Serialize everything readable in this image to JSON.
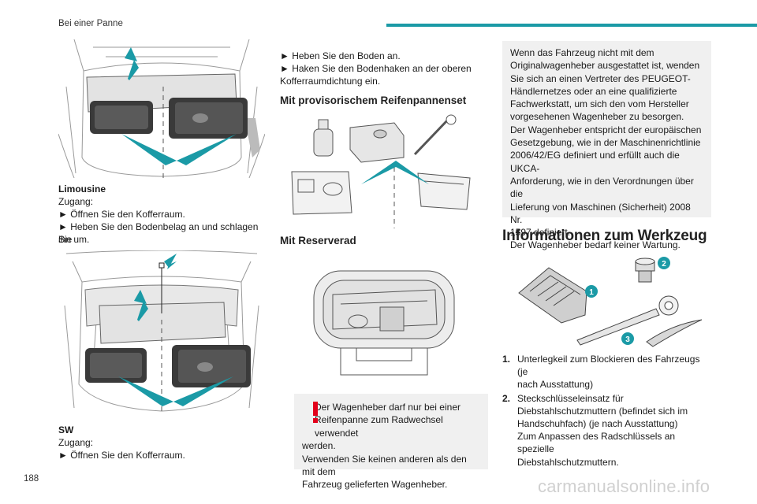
{
  "header": {
    "section_title": "Bei einer Panne"
  },
  "footer": {
    "page_number": "188",
    "watermark": "carmanualsonline.info"
  },
  "left": {
    "limousine": {
      "title": "Limousine",
      "access": "Zugang:",
      "steps": [
        "► Öffnen Sie den Kofferraum.",
        "► Heben Sie den Bodenbelag an und schlagen Sie",
        "ihn um."
      ]
    },
    "sw": {
      "title": "SW",
      "access": "Zugang:",
      "steps": [
        "► Öffnen Sie den Kofferraum."
      ]
    }
  },
  "middle": {
    "steps": [
      "► Heben Sie den Boden an.",
      "► Haken Sie den Bodenhaken an der oberen",
      "Kofferraumdichtung ein."
    ],
    "heading_repair_kit": "Mit provisorischem Reifenpannenset",
    "heading_spare_wheel": "Mit Reserverad",
    "warning": {
      "lines": [
        "Der Wagenheber darf nur bei einer",
        "Reifenpanne zum Radwechsel verwendet",
        "werden.",
        "Verwenden Sie keinen anderen als den mit dem",
        "Fahrzeug gelieferten Wagenheber."
      ]
    }
  },
  "right": {
    "info_lines": [
      "Wenn das Fahrzeug nicht mit dem",
      "Originalwagenheber ausgestattet ist, wenden",
      "Sie sich an einen Vertreter des PEUGEOT-",
      "Händlernetzes oder an eine qualifizierte",
      "Fachwerkstatt, um sich den vom Hersteller",
      "vorgesehenen Wagenheber zu besorgen.",
      "Der Wagenheber entspricht der europäischen",
      "Gesetzgebung, wie in der Maschinenrichtlinie",
      "2006/42/EG definiert und erfüllt auch die UKCA-",
      "Anforderung, wie in den Verordnungen über die",
      "Lieferung von Maschinen (Sicherheit) 2008 Nr.",
      "1597 definiert.",
      "Der Wagenheber bedarf keiner Wartung."
    ],
    "tools_heading": "Informationen zum Werkzeug",
    "callouts": [
      "1",
      "2",
      "3"
    ],
    "list": [
      {
        "num": "1.",
        "lines": [
          "Unterlegkeil zum Blockieren des Fahrzeugs (je",
          "nach Ausstattung)"
        ]
      },
      {
        "num": "2.",
        "lines": [
          "Steckschlüsseleinsatz für",
          "Diebstahlschutzmuttern (befindet sich im",
          "Handschuhfach) (je nach Ausstattung)",
          "Zum Anpassen des Radschlüssels an spezielle",
          "Diebstahlschutzmuttern."
        ]
      }
    ]
  },
  "colors": {
    "accent": "#1b9aa6",
    "warning": "#e2001a",
    "box_bg": "#f0f0f0"
  }
}
